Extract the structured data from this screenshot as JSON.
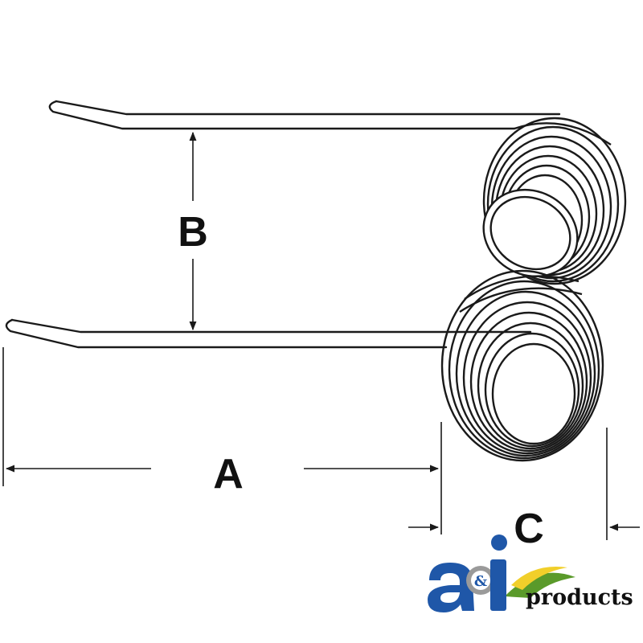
{
  "diagram": {
    "dimensions": {
      "a": "A",
      "b": "B",
      "c": "C"
    }
  },
  "logo": {
    "letters": "a&i",
    "word": "products"
  },
  "colors": {
    "line": "#1a1a1a",
    "background": "#ffffff",
    "logo_blue": "#1f57a8",
    "logo_green": "#5a9a2a",
    "logo_yellow": "#f1cf2a",
    "logo_gear": "#9a9a9a"
  },
  "icons": {
    "logo": "a-and-i-products-logo",
    "arrowheads": "dimension-arrow-icon"
  }
}
